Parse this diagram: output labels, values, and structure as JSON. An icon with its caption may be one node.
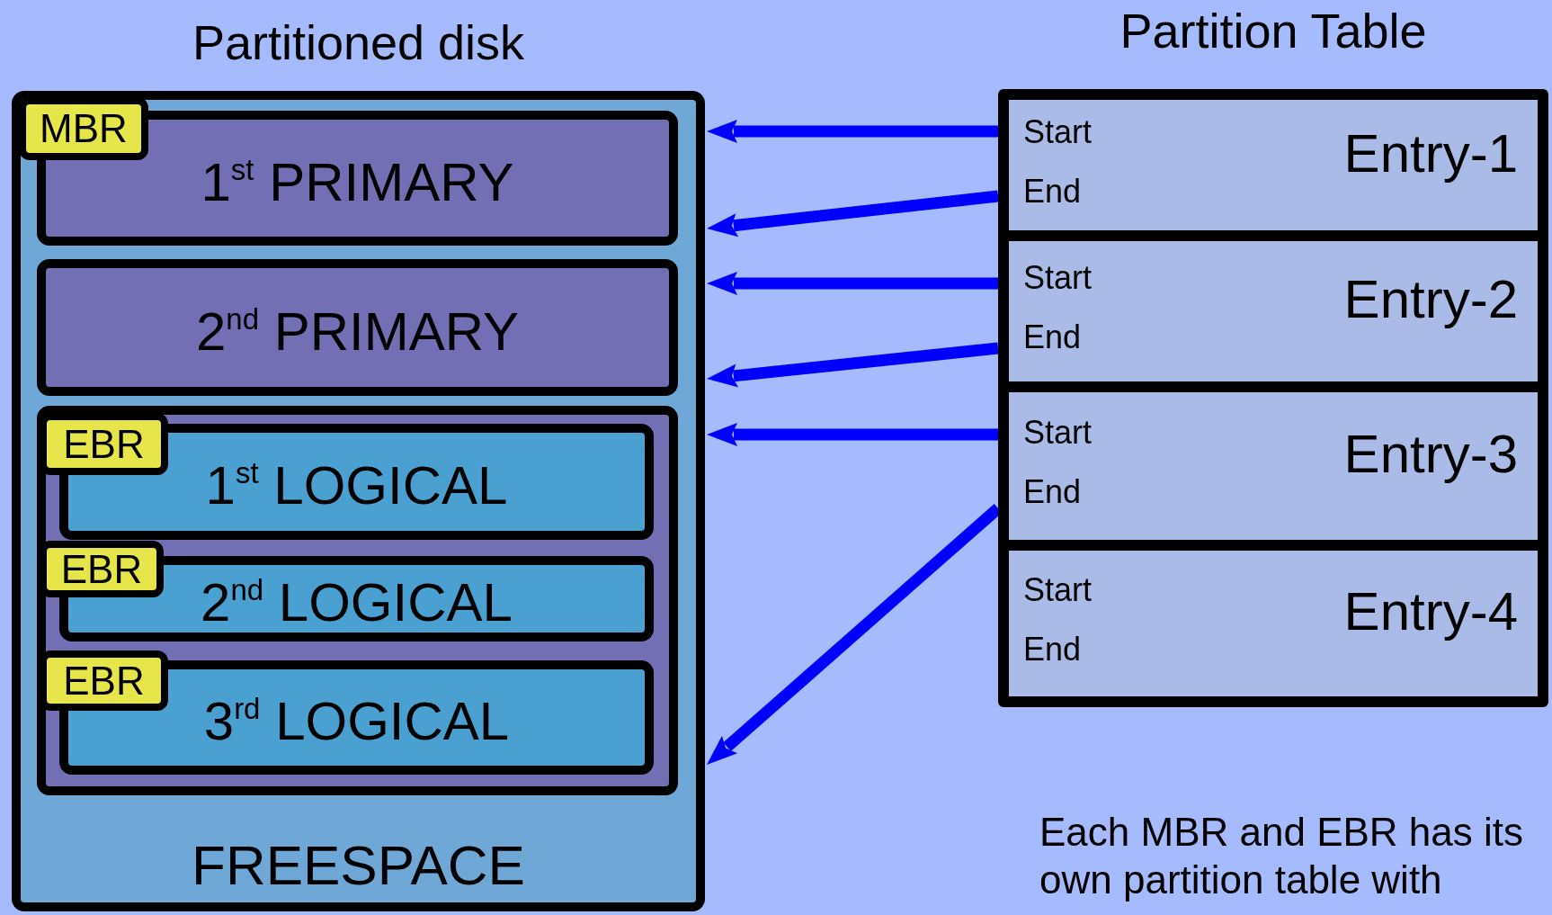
{
  "diagram": {
    "nodes": [
      {
        "text": [
          "Partitioned disk",
          "FREESPACE"
        ]
      },
      {
        "text": [
          "MBR"
        ],
        "in": 0
      },
      {
        "text": [
          "1$^{st}$ PRIMARY"
        ],
        "in": 0
      },
      {
        "text": [
          "2$^{nd}$ PRIMARY"
        ],
        "in": 0
      },
      {
        "text": [],
        "shape": "box",
        "in": 0
      },
      {
        "text": [
          "EBR"
        ],
        "in": 4
      },
      {
        "text": [
          "1$^{st}$ LOGICAL"
        ],
        "in": 4
      },
      {
        "text": [
          "EBR"
        ],
        "in": 4
      },
      {
        "text": [
          "2$^{nd}$ LOGICAL"
        ],
        "in": 4
      },
      {
        "text": [
          "EBR"
        ],
        "in": 4
      },
      {
        "text": [
          "3$^{rd}$ LOGICAL"
        ],
        "in": 4
      },
      {
        "text": [
          "Partition Table"
        ]
      },
      {
        "text": [
          "Start",
          "End",
          "Entry-1"
        ],
        "in": 11
      },
      {
        "text": [
          "Start",
          "End",
          "Entry-2"
        ],
        "in": 11
      },
      {
        "text": [
          "Start",
          "End",
          "Entry-3"
        ],
        "in": 11
      },
      {
        "text": [
          "Start",
          "End",
          "Entry-4"
        ],
        "in": 11
      }
    ],
    "edges": [
      {
        "from": 12,
        "to": 0,
        "arrow": "to"
      },
      {
        "from": 12,
        "to": 0,
        "arrow": "to"
      },
      {
        "from": 13,
        "to": 0,
        "arrow": "to"
      },
      {
        "from": 13,
        "to": 0,
        "arrow": "to"
      },
      {
        "from": 14,
        "to": 0,
        "arrow": "to"
      },
      {
        "from": 14,
        "to": 0,
        "arrow": "to"
      }
    ],
    "labels": [
      "Each MBR and EBR has its own partition table with"
    ]
  }
}
